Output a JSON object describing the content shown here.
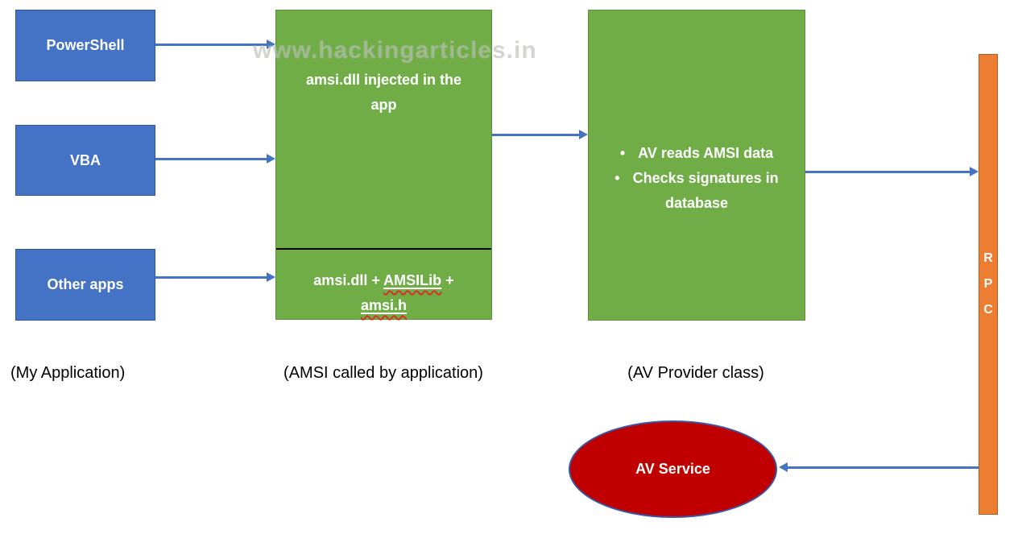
{
  "watermark": "www.hackingarticles.in",
  "colors": {
    "box_blue": "#4472C4",
    "box_green": "#70AD47",
    "bar_orange": "#ED7D31",
    "ellipse_red": "#C00000",
    "arrow_blue": "#4472C4",
    "divider_black": "#000000"
  },
  "sources": {
    "items": [
      {
        "label": "PowerShell"
      },
      {
        "label": "VBA"
      },
      {
        "label": "Other apps"
      }
    ],
    "caption": "(My Application)"
  },
  "amsi_box": {
    "top_text": "amsi.dll injected in the app",
    "bottom": {
      "prefix": "amsi.dll + ",
      "lib": "AMSILib",
      "mid": " + ",
      "header": "amsi.h"
    },
    "caption": "(AMSI called by application)"
  },
  "av_provider_box": {
    "bullets": [
      "AV reads AMSI data",
      "Checks signatures in database"
    ],
    "caption": "(AV Provider class)"
  },
  "rpc_bar": {
    "label": "R\nP\nC"
  },
  "av_service": {
    "label": "AV Service"
  }
}
